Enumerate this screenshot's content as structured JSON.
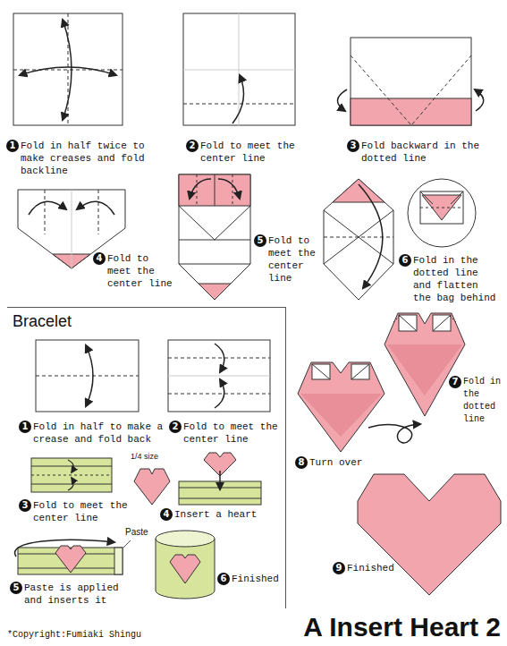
{
  "diagram": {
    "title": "A Insert Heart 2",
    "nodes": [
      {
        "text": [
          "1",
          "Fold in half twice to make creases and fold backline"
        ]
      },
      {
        "text": [
          "2",
          "Fold to meet the center line"
        ]
      },
      {
        "text": [
          "3",
          "Fold backward in the dotted line"
        ]
      },
      {
        "text": [
          "4",
          "Fold to meet the center line"
        ]
      },
      {
        "text": [
          "5",
          "Fold to meet the center line"
        ]
      },
      {
        "text": [
          "6",
          "Fold in the dotted line and flatten the bag behind"
        ]
      },
      {
        "text": [
          "Bracelet"
        ]
      },
      {
        "text": [
          "1",
          "Fold in half to make a crease and fold back"
        ],
        "in": 6
      },
      {
        "text": [
          "2",
          "Fold to meet the center line"
        ],
        "in": 6
      },
      {
        "text": [
          "3",
          "Fold to meet the center line"
        ],
        "in": 6
      },
      {
        "text": [
          "4",
          "Insert a heart"
        ],
        "in": 6
      },
      {
        "text": [
          "5",
          "Paste is applied and inserts it"
        ],
        "in": 6
      },
      {
        "text": [
          "6",
          "Finished"
        ],
        "in": 6
      },
      {
        "text": [
          "7",
          "Fold in the dotted line"
        ]
      },
      {
        "text": [
          "8",
          "Turn over"
        ]
      },
      {
        "text": [
          "9",
          "Finished"
        ]
      }
    ],
    "labels": [
      "1/4 size",
      "Paste",
      "*Copyright:Fumiaki Shingu"
    ]
  }
}
